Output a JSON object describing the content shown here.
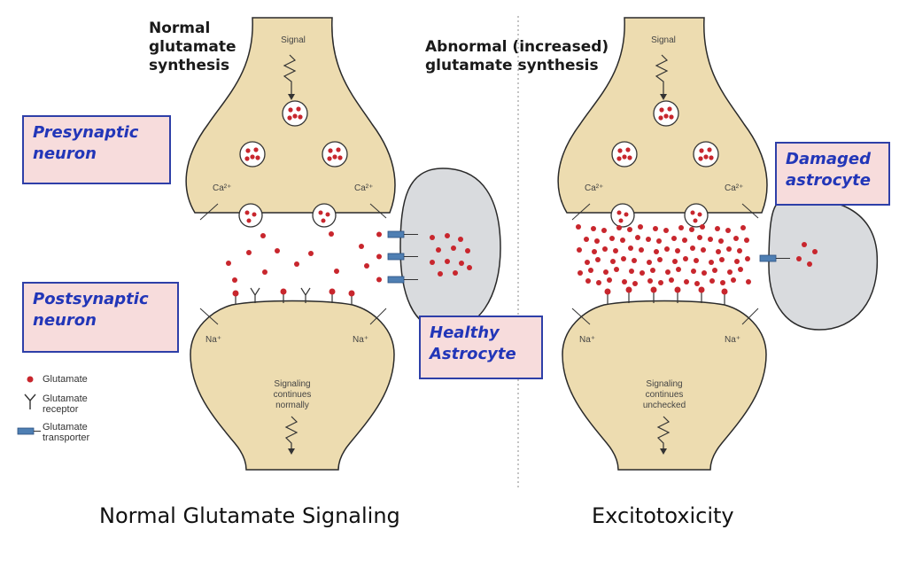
{
  "left_panel": {
    "heading": "Normal\nglutamate\nsynthesis",
    "signal_top": "Signal",
    "ion_ca_left": "Ca²⁺",
    "ion_ca_right": "Ca²⁺",
    "ion_na_left": "Na⁺",
    "ion_na_right": "Na⁺",
    "signal_bottom": "Signaling\ncontinues\nnormally",
    "presynaptic_label": "Presynaptic\nneuron",
    "postsynaptic_label": "Postsynaptic\nneuron",
    "astrocyte_label": "Healthy\nAstrocyte",
    "caption": "Normal Glutamate Signaling"
  },
  "right_panel": {
    "heading": "Abnormal (increased)\nglutamate synthesis",
    "signal_top": "Signal",
    "ion_ca_left": "Ca²⁺",
    "ion_ca_right": "Ca²⁺",
    "ion_na_left": "Na⁺",
    "ion_na_right": "Na⁺",
    "signal_bottom": "Signaling\ncontinues\nunchecked",
    "astrocyte_label": "Damaged\nastrocyte",
    "caption": "Excitotoxicity"
  },
  "legend": {
    "glutamate": "Glutamate",
    "receptor": "Glutamate\nreceptor",
    "transporter": "Glutamate\ntransporter"
  },
  "colors": {
    "neuron_fill": "#eddcb0",
    "neuron_stroke": "#2a2a2a",
    "astrocyte_fill": "#d9dbde",
    "glutamate": "#c8262d",
    "transporter": "#4f7fb3",
    "label_bg": "#f7dcdc",
    "label_border": "#2e3fa8",
    "label_text": "#2236b8"
  }
}
